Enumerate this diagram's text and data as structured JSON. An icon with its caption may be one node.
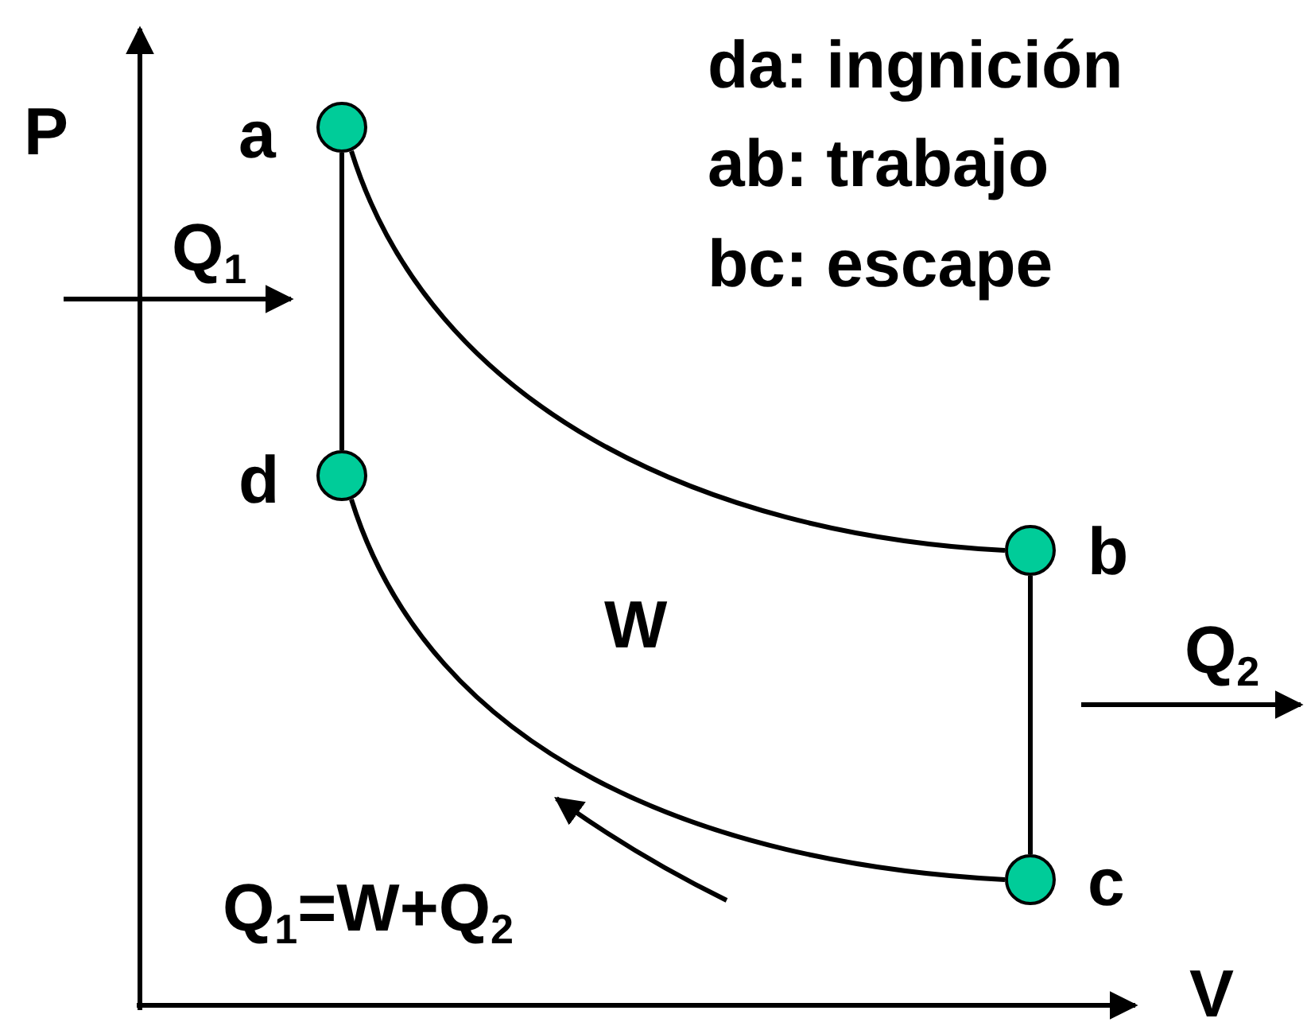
{
  "diagram": {
    "nodes": [
      {
        "text": [],
        "shape": "circle",
        "beside": [
          "a"
        ]
      },
      {
        "text": [],
        "shape": "circle",
        "beside": [
          "d"
        ]
      },
      {
        "text": [],
        "shape": "circle",
        "beside": [
          "b"
        ]
      },
      {
        "text": [],
        "shape": "circle",
        "beside": [
          "c"
        ]
      }
    ],
    "edges": [
      {
        "from": 0,
        "to": 1,
        "arrow": "none"
      },
      {
        "from": 0,
        "to": 2,
        "arrow": "none"
      },
      {
        "from": 1,
        "to": 3,
        "arrow": "none"
      },
      {
        "from": 2,
        "to": 3,
        "arrow": "none"
      }
    ],
    "labels": [
      "da: ingnición",
      "ab: trabajo",
      "bc: escape",
      "P",
      "Q$_{1}$",
      "W",
      "Q$_{2}$",
      "Q$_{1}$=W+Q$_{2}$",
      "V"
    ]
  }
}
